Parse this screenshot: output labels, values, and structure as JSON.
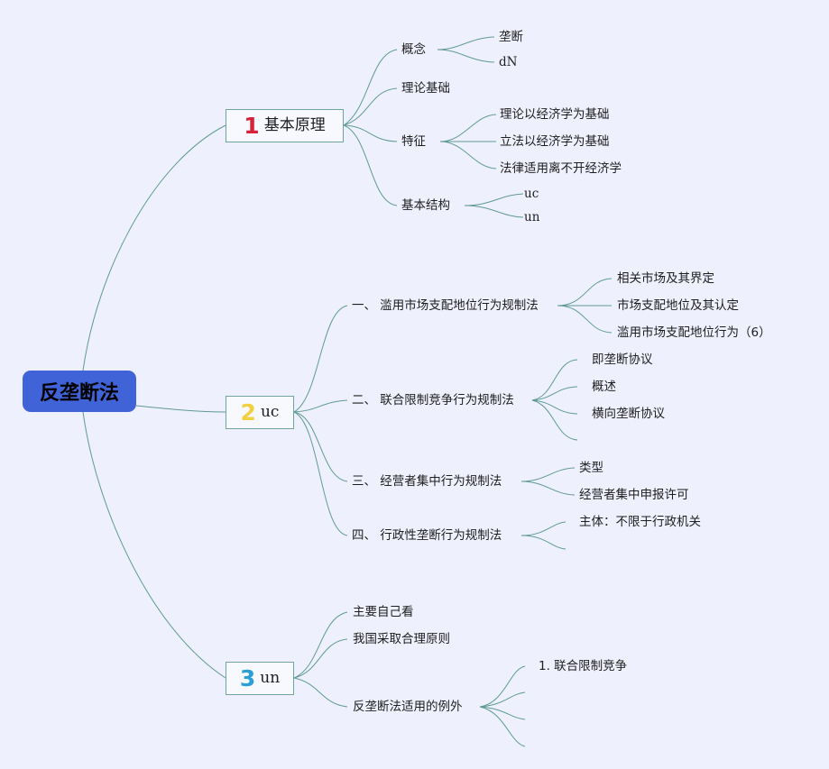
{
  "root": {
    "label": "反垄断法"
  },
  "colors": {
    "background": "#eef0fd",
    "root_fill": "#4163d8",
    "branch_border": "#6fa39b",
    "link": "#5f9a93",
    "num1": "#d7223a",
    "num2": "#f3d041",
    "num3": "#2b9fd8"
  },
  "branches": [
    {
      "number": "1",
      "label": "基本原理",
      "children": [
        {
          "label": "概念",
          "children": [
            {
              "label": "垄断"
            },
            {
              "label": "dN"
            }
          ]
        },
        {
          "label": "理论基础"
        },
        {
          "label": "特征",
          "children": [
            {
              "label": "理论以经济学为基础"
            },
            {
              "label": "立法以经济学为基础"
            },
            {
              "label": "法律适用离不开经济学"
            }
          ]
        },
        {
          "label": "基本结构",
          "children": [
            {
              "label": "uc"
            },
            {
              "label": "un"
            }
          ]
        }
      ]
    },
    {
      "number": "2",
      "label": "uc",
      "children": [
        {
          "label": "一、 滥用市场支配地位行为规制法",
          "children": [
            {
              "label": "相关市场及其界定"
            },
            {
              "label": "市场支配地位及其认定"
            },
            {
              "label": "滥用市场支配地位行为（6）"
            }
          ]
        },
        {
          "label": "二、 联合限制竞争行为规制法",
          "children": [
            {
              "label": "即垄断协议"
            },
            {
              "label": "概述"
            },
            {
              "label": "横向垄断协议"
            },
            {
              "label": ""
            }
          ]
        },
        {
          "label": "三、 经营者集中行为规制法",
          "children": [
            {
              "label": "类型"
            },
            {
              "label": "经营者集中申报许可"
            }
          ]
        },
        {
          "label": "四、 行政性垄断行为规制法",
          "children": [
            {
              "label": "主体：不限于行政机关"
            },
            {
              "label": ""
            }
          ]
        }
      ]
    },
    {
      "number": "3",
      "label": "un",
      "children": [
        {
          "label": "主要自己看"
        },
        {
          "label": "我国采取合理原则"
        },
        {
          "label": "反垄断法适用的例外",
          "children": [
            {
              "label": "1. 联合限制竞争"
            },
            {
              "label": ""
            },
            {
              "label": ""
            },
            {
              "label": ""
            }
          ]
        }
      ]
    }
  ]
}
